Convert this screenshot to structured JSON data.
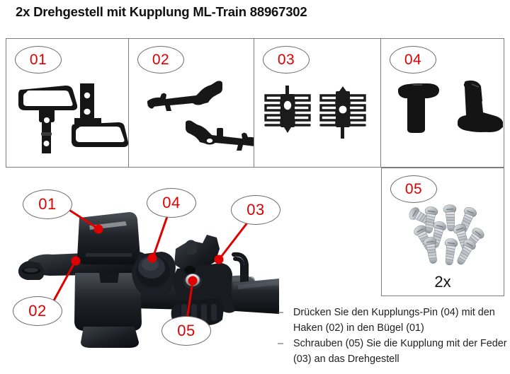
{
  "title": "2x Drehgestell mit Kupplung ML-Train 88967302",
  "parts_grid": {
    "cells": [
      {
        "number": "01",
        "icon": "bracket-yoke-parts",
        "qty": ""
      },
      {
        "number": "02",
        "icon": "hook-lever-parts",
        "qty": ""
      },
      {
        "number": "03",
        "icon": "zigzag-spring-parts",
        "qty": ""
      },
      {
        "number": "04",
        "icon": "coupling-pin-parts",
        "qty": ""
      }
    ],
    "screw_box": {
      "number": "05",
      "icon": "screws-pile",
      "qty": "2x"
    }
  },
  "photo": {
    "icon": "bogie-coupling-assembly-photo",
    "callouts": [
      {
        "number": "01",
        "target": "buegel-bracket"
      },
      {
        "number": "02",
        "target": "haken-hook"
      },
      {
        "number": "03",
        "target": "feder-spring"
      },
      {
        "number": "04",
        "target": "kupplungs-pin"
      },
      {
        "number": "05",
        "target": "schraube-screw"
      }
    ]
  },
  "instructions": {
    "bullet": "–",
    "items": [
      "Drücken Sie den Kupplungs-Pin (04) mit den Haken (02) in den Bügel (01)",
      "Schrauben (05) Sie die Kupplung mit der Feder (03) an das Drehgestell"
    ]
  },
  "colors": {
    "callout_red": "#e00000",
    "frame_gray": "#7d7d7d",
    "part_black": "#1a1a1a",
    "screw_silver": "#b9bdc2"
  }
}
